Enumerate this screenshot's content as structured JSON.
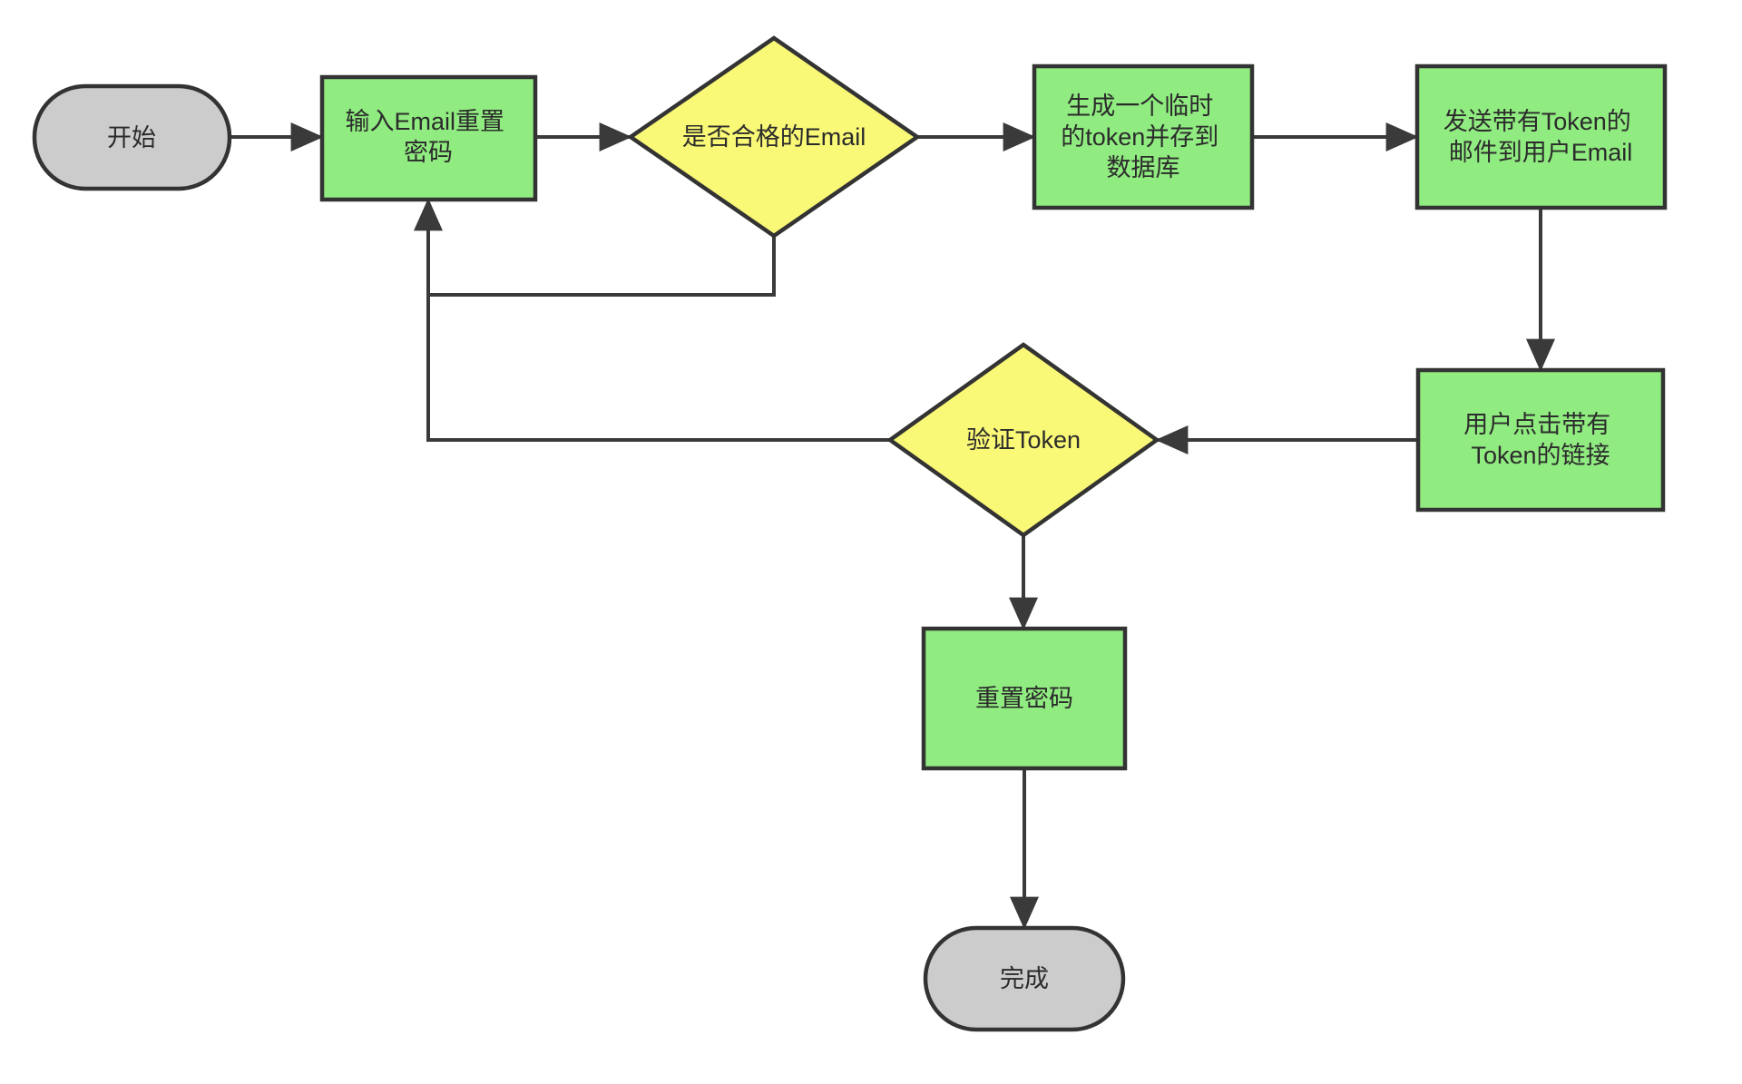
{
  "colors": {
    "process_fill": "#90EB80",
    "decision_fill": "#FAF877",
    "terminator_fill": "#CCCCCC",
    "shape_stroke": "#333333",
    "edge_stroke": "#3A3A3A",
    "text": "#2B2B2B",
    "background": "#FFFFFF"
  },
  "nodes": {
    "start": {
      "shape": "terminator",
      "label": "开始"
    },
    "enter_email": {
      "shape": "process",
      "lines": [
        "输入Email重置",
        "密码"
      ]
    },
    "email_valid": {
      "shape": "decision",
      "label": "是否合格的Email"
    },
    "generate_token": {
      "shape": "process",
      "lines": [
        "生成一个临时",
        "的token并存到",
        "数据库"
      ]
    },
    "send_email": {
      "shape": "process",
      "lines": [
        "发送带有Token的",
        "邮件到用户Email"
      ]
    },
    "click_link": {
      "shape": "process",
      "lines": [
        "用户点击带有",
        "Token的链接"
      ]
    },
    "verify_token": {
      "shape": "decision",
      "label": "验证Token"
    },
    "reset_password": {
      "shape": "process",
      "label": "重置密码"
    },
    "done": {
      "shape": "terminator",
      "label": "完成"
    }
  },
  "edges": [
    {
      "from": "start",
      "to": "enter_email"
    },
    {
      "from": "enter_email",
      "to": "email_valid"
    },
    {
      "from": "email_valid",
      "to": "generate_token"
    },
    {
      "from": "generate_token",
      "to": "send_email"
    },
    {
      "from": "send_email",
      "to": "click_link"
    },
    {
      "from": "click_link",
      "to": "verify_token"
    },
    {
      "from": "verify_token",
      "to": "reset_password"
    },
    {
      "from": "reset_password",
      "to": "done"
    },
    {
      "from": "email_valid",
      "to": "enter_email"
    },
    {
      "from": "verify_token",
      "to": "enter_email"
    }
  ]
}
